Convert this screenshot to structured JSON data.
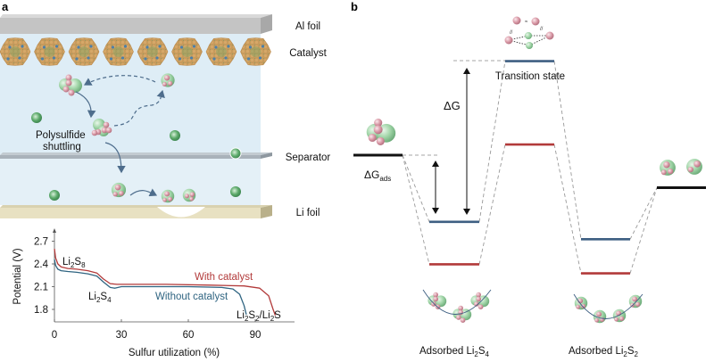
{
  "panels": {
    "a": {
      "label": "a"
    },
    "b": {
      "label": "b"
    }
  },
  "schematic": {
    "layers": [
      {
        "key": "al_foil",
        "label": "Al foil"
      },
      {
        "key": "catalyst",
        "label": "Catalyst"
      },
      {
        "key": "separator",
        "label": "Separator"
      },
      {
        "key": "li_foil",
        "label": "Li foil"
      }
    ],
    "annotation": {
      "line1": "Polysulfide",
      "line2": "shuttling"
    },
    "catalyst_particle_count": 8,
    "colors": {
      "electrolyte": "#deedf6",
      "al_foil": "#c2c2c2",
      "separator": "#a9b2ba",
      "li_foil": "#e8e1c2",
      "sulfur_atom": "#d59aa6",
      "lithium_atom": "#8fcf9a",
      "arrow": "#4e6d8c"
    }
  },
  "chart_data": {
    "type": "line",
    "title": "",
    "xlabel": "Sulfur utilization (%)",
    "ylabel": "Potential (V)",
    "xlim": [
      0,
      110
    ],
    "ylim": [
      1.63,
      2.8
    ],
    "xticks": [
      0,
      30,
      60,
      90
    ],
    "yticks": [
      1.8,
      2.1,
      2.4,
      2.7
    ],
    "grid": false,
    "series": [
      {
        "name": "With catalyst",
        "color": "#b23a3a",
        "x": [
          0,
          0.5,
          1.5,
          3,
          6,
          10,
          15,
          19,
          22,
          25,
          28,
          35,
          50,
          70,
          85,
          92,
          96,
          98,
          99
        ],
        "y": [
          2.6,
          2.48,
          2.4,
          2.36,
          2.34,
          2.33,
          2.31,
          2.28,
          2.2,
          2.14,
          2.13,
          2.13,
          2.13,
          2.12,
          2.11,
          2.08,
          1.98,
          1.8,
          1.72
        ]
      },
      {
        "name": "Without catalyst",
        "color": "#2f6481",
        "x": [
          0,
          0.5,
          1.5,
          3,
          6,
          10,
          15,
          19,
          22,
          25,
          27,
          30,
          40,
          60,
          75,
          80,
          83,
          85,
          86
        ],
        "y": [
          2.46,
          2.38,
          2.33,
          2.31,
          2.3,
          2.29,
          2.27,
          2.24,
          2.16,
          2.09,
          2.08,
          2.1,
          2.1,
          2.1,
          2.09,
          2.07,
          2.0,
          1.85,
          1.73
        ]
      }
    ],
    "annotations": [
      {
        "key": "li2s8",
        "base": "Li",
        "sub1": "2",
        "mid": "S",
        "sub2": "8",
        "x": 5,
        "y": 2.44
      },
      {
        "key": "li2s4",
        "base": "Li",
        "sub1": "2",
        "mid": "S",
        "sub2": "4",
        "x": 15,
        "y": 1.93
      },
      {
        "key": "li2s2",
        "text": "Li2S2/Li2S",
        "x": 86,
        "y": 1.72
      }
    ],
    "series_labels": [
      {
        "text": "With catalyst",
        "x": 77,
        "y": 2.17
      },
      {
        "text": "Without catalyst",
        "x": 47,
        "y": 1.99
      }
    ]
  },
  "energy_diagram": {
    "levels": [
      {
        "key": "free_li2s4",
        "name": "Free Li2S4",
        "series": "reference",
        "color": "#111111",
        "energy": 0.0
      },
      {
        "key": "ads_li2s4_no_cat",
        "name": "Adsorbed Li2S4 (without catalyst)",
        "series": "without",
        "color": "#3e5f82",
        "energy": -0.88
      },
      {
        "key": "ads_li2s4_cat",
        "name": "Adsorbed Li2S4 (with catalyst)",
        "series": "with",
        "color": "#b23a3a",
        "energy": -1.44
      },
      {
        "key": "ts_no_cat",
        "name": "Transition state (without catalyst)",
        "series": "without",
        "color": "#3e5f82",
        "energy": 1.24
      },
      {
        "key": "ts_cat",
        "name": "Transition state (with catalyst)",
        "series": "with",
        "color": "#b23a3a",
        "energy": 0.14
      },
      {
        "key": "ads_li2s2_no_cat",
        "name": "Adsorbed Li2S2 (without catalyst)",
        "series": "without",
        "color": "#3e5f82",
        "energy": -1.11
      },
      {
        "key": "ads_li2s2_cat",
        "name": "Adsorbed Li2S2 (with catalyst)",
        "series": "with",
        "color": "#b23a3a",
        "energy": -1.56
      },
      {
        "key": "free_li2s2",
        "name": "Free Li2S2",
        "series": "reference",
        "color": "#111111",
        "energy": -0.43
      }
    ],
    "labels": {
      "transition_state": "Transition state",
      "delta_g": "ΔG",
      "delta_g_ads": "ΔG",
      "delta_g_ads_sub": "ads",
      "adsorbed_li2s4": {
        "prefix": "Adsorbed Li",
        "sub1": "2",
        "mid": "S",
        "sub2": "4"
      },
      "adsorbed_li2s2": {
        "prefix": "Adsorbed Li",
        "sub1": "2",
        "mid": "S",
        "sub2": "2"
      }
    }
  }
}
